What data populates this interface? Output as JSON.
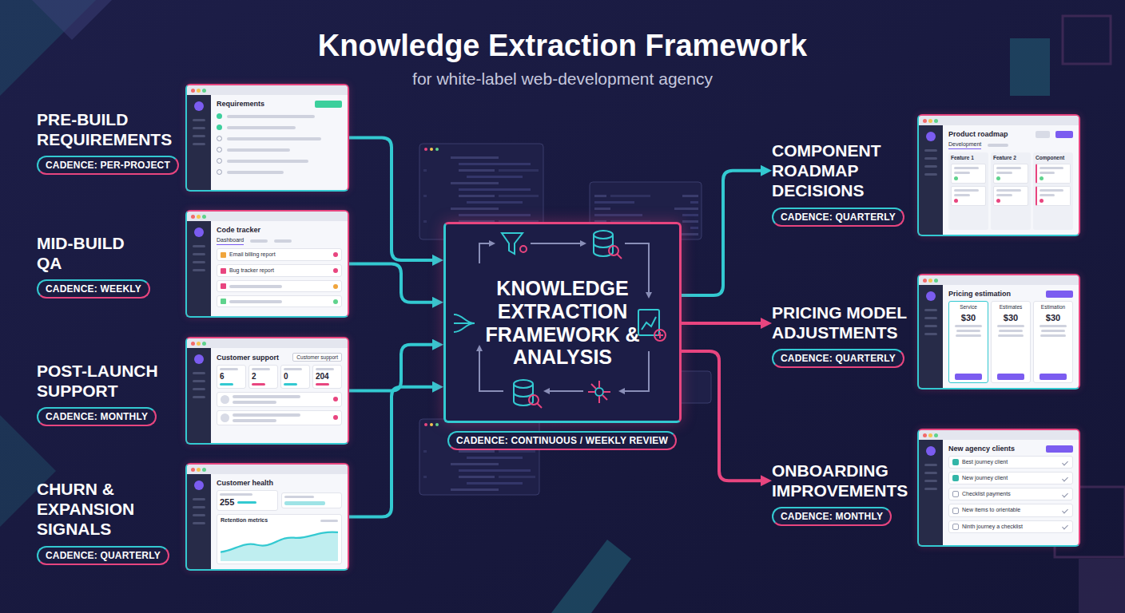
{
  "diagram": {
    "title": "Knowledge Extraction Framework",
    "nodes": [
      {
        "text": [
          "PRE-BUILD REQUIREMENTS",
          "CADENCE: PER-PROJECT"
        ]
      },
      {
        "text": [
          "Requirements"
        ]
      },
      {
        "text": [
          "MID-BUILD QA",
          "CADENCE: WEEKLY"
        ]
      },
      {
        "text": [
          "Code tracker",
          "Dashboard",
          "Email billing report",
          "Bug tracker report"
        ]
      },
      {
        "text": [
          "POST-LAUNCH SUPPORT",
          "CADENCE: MONTHLY"
        ]
      },
      {
        "text": [
          "Customer support",
          "Customer support",
          "6",
          "2",
          "0",
          "204"
        ]
      },
      {
        "text": [
          "CHURN & EXPANSION SIGNALS",
          "CADENCE: QUARTERLY"
        ]
      },
      {
        "text": [
          "Customer health",
          "255",
          "Retention metrics"
        ]
      },
      {
        "text": [
          "KNOWLEDGE EXTRACTION FRAMEWORK & ANALYSIS"
        ]
      },
      {
        "text": [
          "CADENCE: CONTINUOUS / WEEKLY REVIEW"
        ]
      },
      {
        "text": [
          "COMPONENT ROADMAP DECISIONS",
          "CADENCE: QUARTERLY"
        ]
      },
      {
        "text": [
          "Product roadmap",
          "Development",
          "Feature 1",
          "Feature 2",
          "Component"
        ]
      },
      {
        "text": [
          "PRICING MODEL ADJUSTMENTS",
          "CADENCE: QUARTERLY"
        ]
      },
      {
        "text": [
          "Pricing estimation",
          "Service",
          "$30",
          "Estimates",
          "$30",
          "Estimation",
          "$30"
        ]
      },
      {
        "text": [
          "ONBOARDING IMPROVEMENTS",
          "CADENCE: MONTHLY"
        ]
      },
      {
        "text": [
          "New agency clients",
          "Best journey client",
          "New journey client",
          "Checklist payments",
          "New items to orientable",
          "Ninth journey a checklist"
        ]
      }
    ],
    "edges": [
      {
        "from": 1,
        "to": 8,
        "arrow": "to"
      },
      {
        "from": 3,
        "to": 8,
        "arrow": "to"
      },
      {
        "from": 5,
        "to": 8,
        "arrow": "to"
      },
      {
        "from": 7,
        "to": 8,
        "arrow": "to"
      },
      {
        "from": 8,
        "to": 10,
        "arrow": "to"
      },
      {
        "from": 8,
        "to": 12,
        "arrow": "to"
      },
      {
        "from": 8,
        "to": 14,
        "arrow": "to"
      }
    ],
    "labels": [
      "for white-label web-development agency"
    ]
  }
}
